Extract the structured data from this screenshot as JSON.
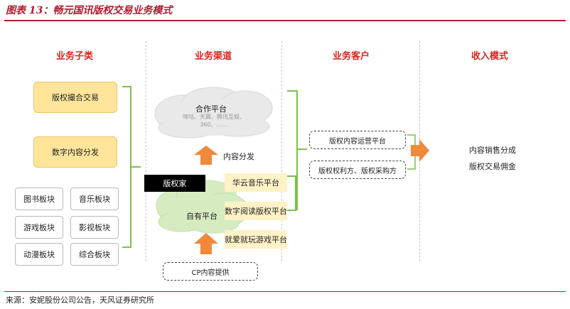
{
  "figure": {
    "title": "图表 13：畅元国讯版权交易业务模式",
    "source": "来源：安妮股份公司公告，天风证券研究所"
  },
  "columns": {
    "subcategory": "业务子类",
    "channel": "业务渠道",
    "customer": "业务客户",
    "revenue": "收入模式"
  },
  "subcategories": {
    "copyright_trade": "版权撮合交易",
    "digital_content": "数字内容分发",
    "sections": [
      "图书板块",
      "音乐板块",
      "游戏板块",
      "影视板块",
      "动漫板块",
      "综合板块"
    ]
  },
  "channels": {
    "partner_cloud": "合作平台",
    "partner_examples": [
      "咪咕、天翼、腾讯互娱、",
      "360、……"
    ],
    "content_distribution": "内容分发",
    "owner": "版权家",
    "own_cloud": "自有平台",
    "own_platforms": [
      "华云音乐平台",
      "数字阅读版权平台",
      "就爱就玩游戏平台"
    ],
    "cp_provider": "CP内容提供"
  },
  "customers": [
    "版权内容运营平台",
    "版权权利方、版权采购方"
  ],
  "revenue": [
    "内容销售分成",
    "版权交易佣金"
  ],
  "colors": {
    "accent_red": "#d7261e",
    "title_red": "#b01c2e",
    "arrow_orange": "#f0893a",
    "bracket_green": "#7cbf4a",
    "cloud_gray": "#e9e9e9",
    "cloud_green": "#d6ecc0",
    "box_yellow": "#ffe59a"
  }
}
